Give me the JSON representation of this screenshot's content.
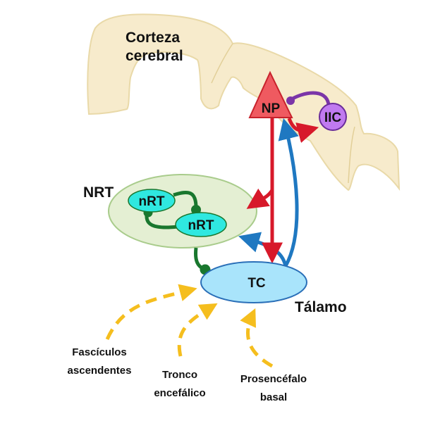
{
  "labels": {
    "cortex_line1": "Corteza",
    "cortex_line2": "cerebral",
    "nrt": "NRT",
    "thalamus": "Tálamo"
  },
  "nodes": {
    "np": "NP",
    "iic": "IIC",
    "nrt_cell_1": "nRT",
    "nrt_cell_2": "nRT",
    "tc": "TC"
  },
  "inputs": [
    {
      "line1": "Fascículos",
      "line2": "ascendentes"
    },
    {
      "line1": "Tronco",
      "line2": "encefálico"
    },
    {
      "line1": "Prosencéfalo",
      "line2": "basal"
    }
  ],
  "colors": {
    "cortex_fill": "#f7ebcc",
    "cortex_edge": "#e9d9a8",
    "np_fill": "#ef5a60",
    "np_edge": "#c8222c",
    "excitatory_red": "#d7192a",
    "thalamic_blue": "#1f78c1",
    "iic_fill": "#c07af0",
    "iic_edge": "#6a2c9a",
    "inhibitory_purple": "#7b35a8",
    "nrt_fill": "#e4efd3",
    "nrt_edge": "#a9cc8c",
    "nrt_cell_fill": "#2fe8e0",
    "nrt_green": "#19772e",
    "tc_fill": "#a9e4fb",
    "tc_edge": "#2a6fb8",
    "input_yellow": "#f5be1e"
  }
}
